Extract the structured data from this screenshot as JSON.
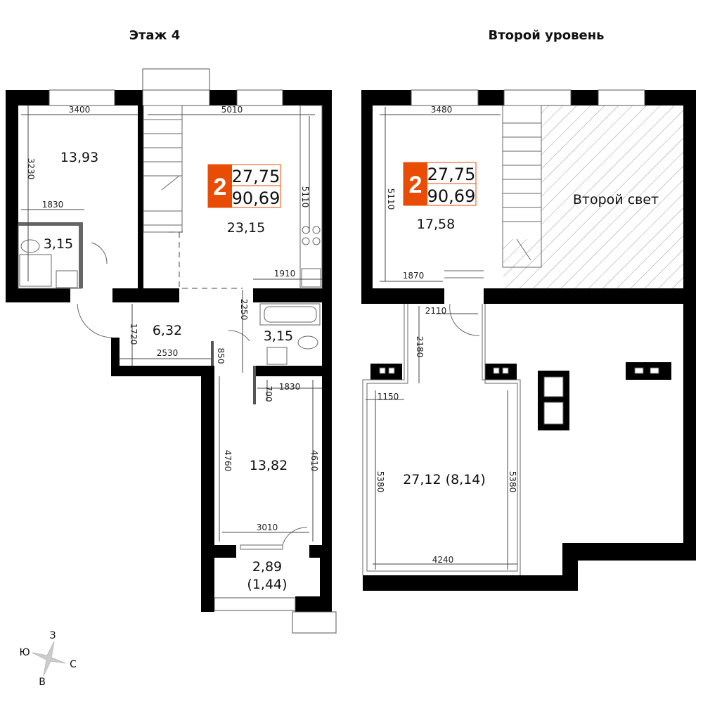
{
  "floors": [
    {
      "title": "Этаж 4",
      "badge": {
        "rooms": "2",
        "area_living": "27,75",
        "area_total": "90,69"
      },
      "areas": [
        "13,93",
        "3,15",
        "23,15",
        "6,32",
        "3,15",
        "13,82",
        "2,89",
        "(1,44)"
      ],
      "dims": [
        "3400",
        "5010",
        "3230",
        "1830",
        "5110",
        "1910",
        "2250",
        "1720",
        "2530",
        "850",
        "1830",
        "700",
        "4760",
        "4610",
        "3010"
      ]
    },
    {
      "title": "Второй уровень",
      "badge": {
        "rooms": "2",
        "area_living": "27,75",
        "area_total": "90,69"
      },
      "areas": [
        "17,58",
        "Второй свет",
        "27,12 (8,14)"
      ],
      "dims": [
        "3480",
        "5110",
        "1870",
        "2110",
        "2180",
        "1150",
        "5380",
        "5380",
        "4240"
      ]
    }
  ],
  "compass": {
    "n": "З",
    "w": "Ю",
    "e": "С",
    "s": "В"
  },
  "colors": {
    "badge": "#e84c05",
    "wall": "#000000"
  }
}
